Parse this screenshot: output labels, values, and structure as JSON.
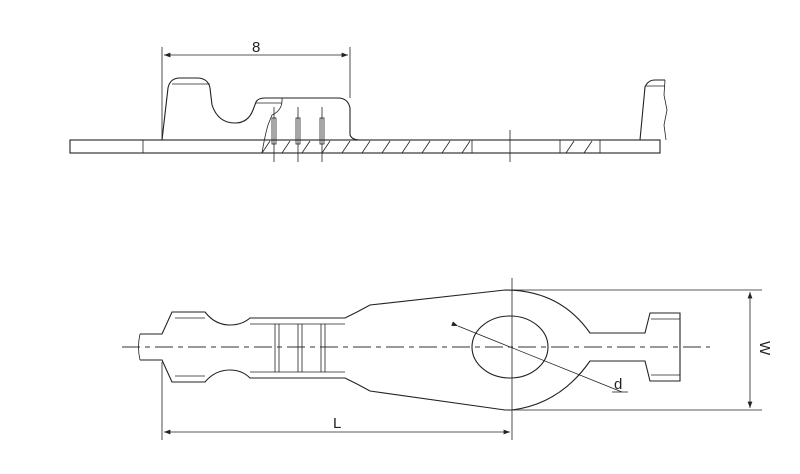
{
  "drawing": {
    "top_view": {
      "dimension_label": "8"
    },
    "plan_view": {
      "length_label": "L",
      "width_label": "W",
      "hole_diameter_label": "d"
    }
  },
  "colors": {
    "line": "#222222",
    "background": "#ffffff"
  }
}
